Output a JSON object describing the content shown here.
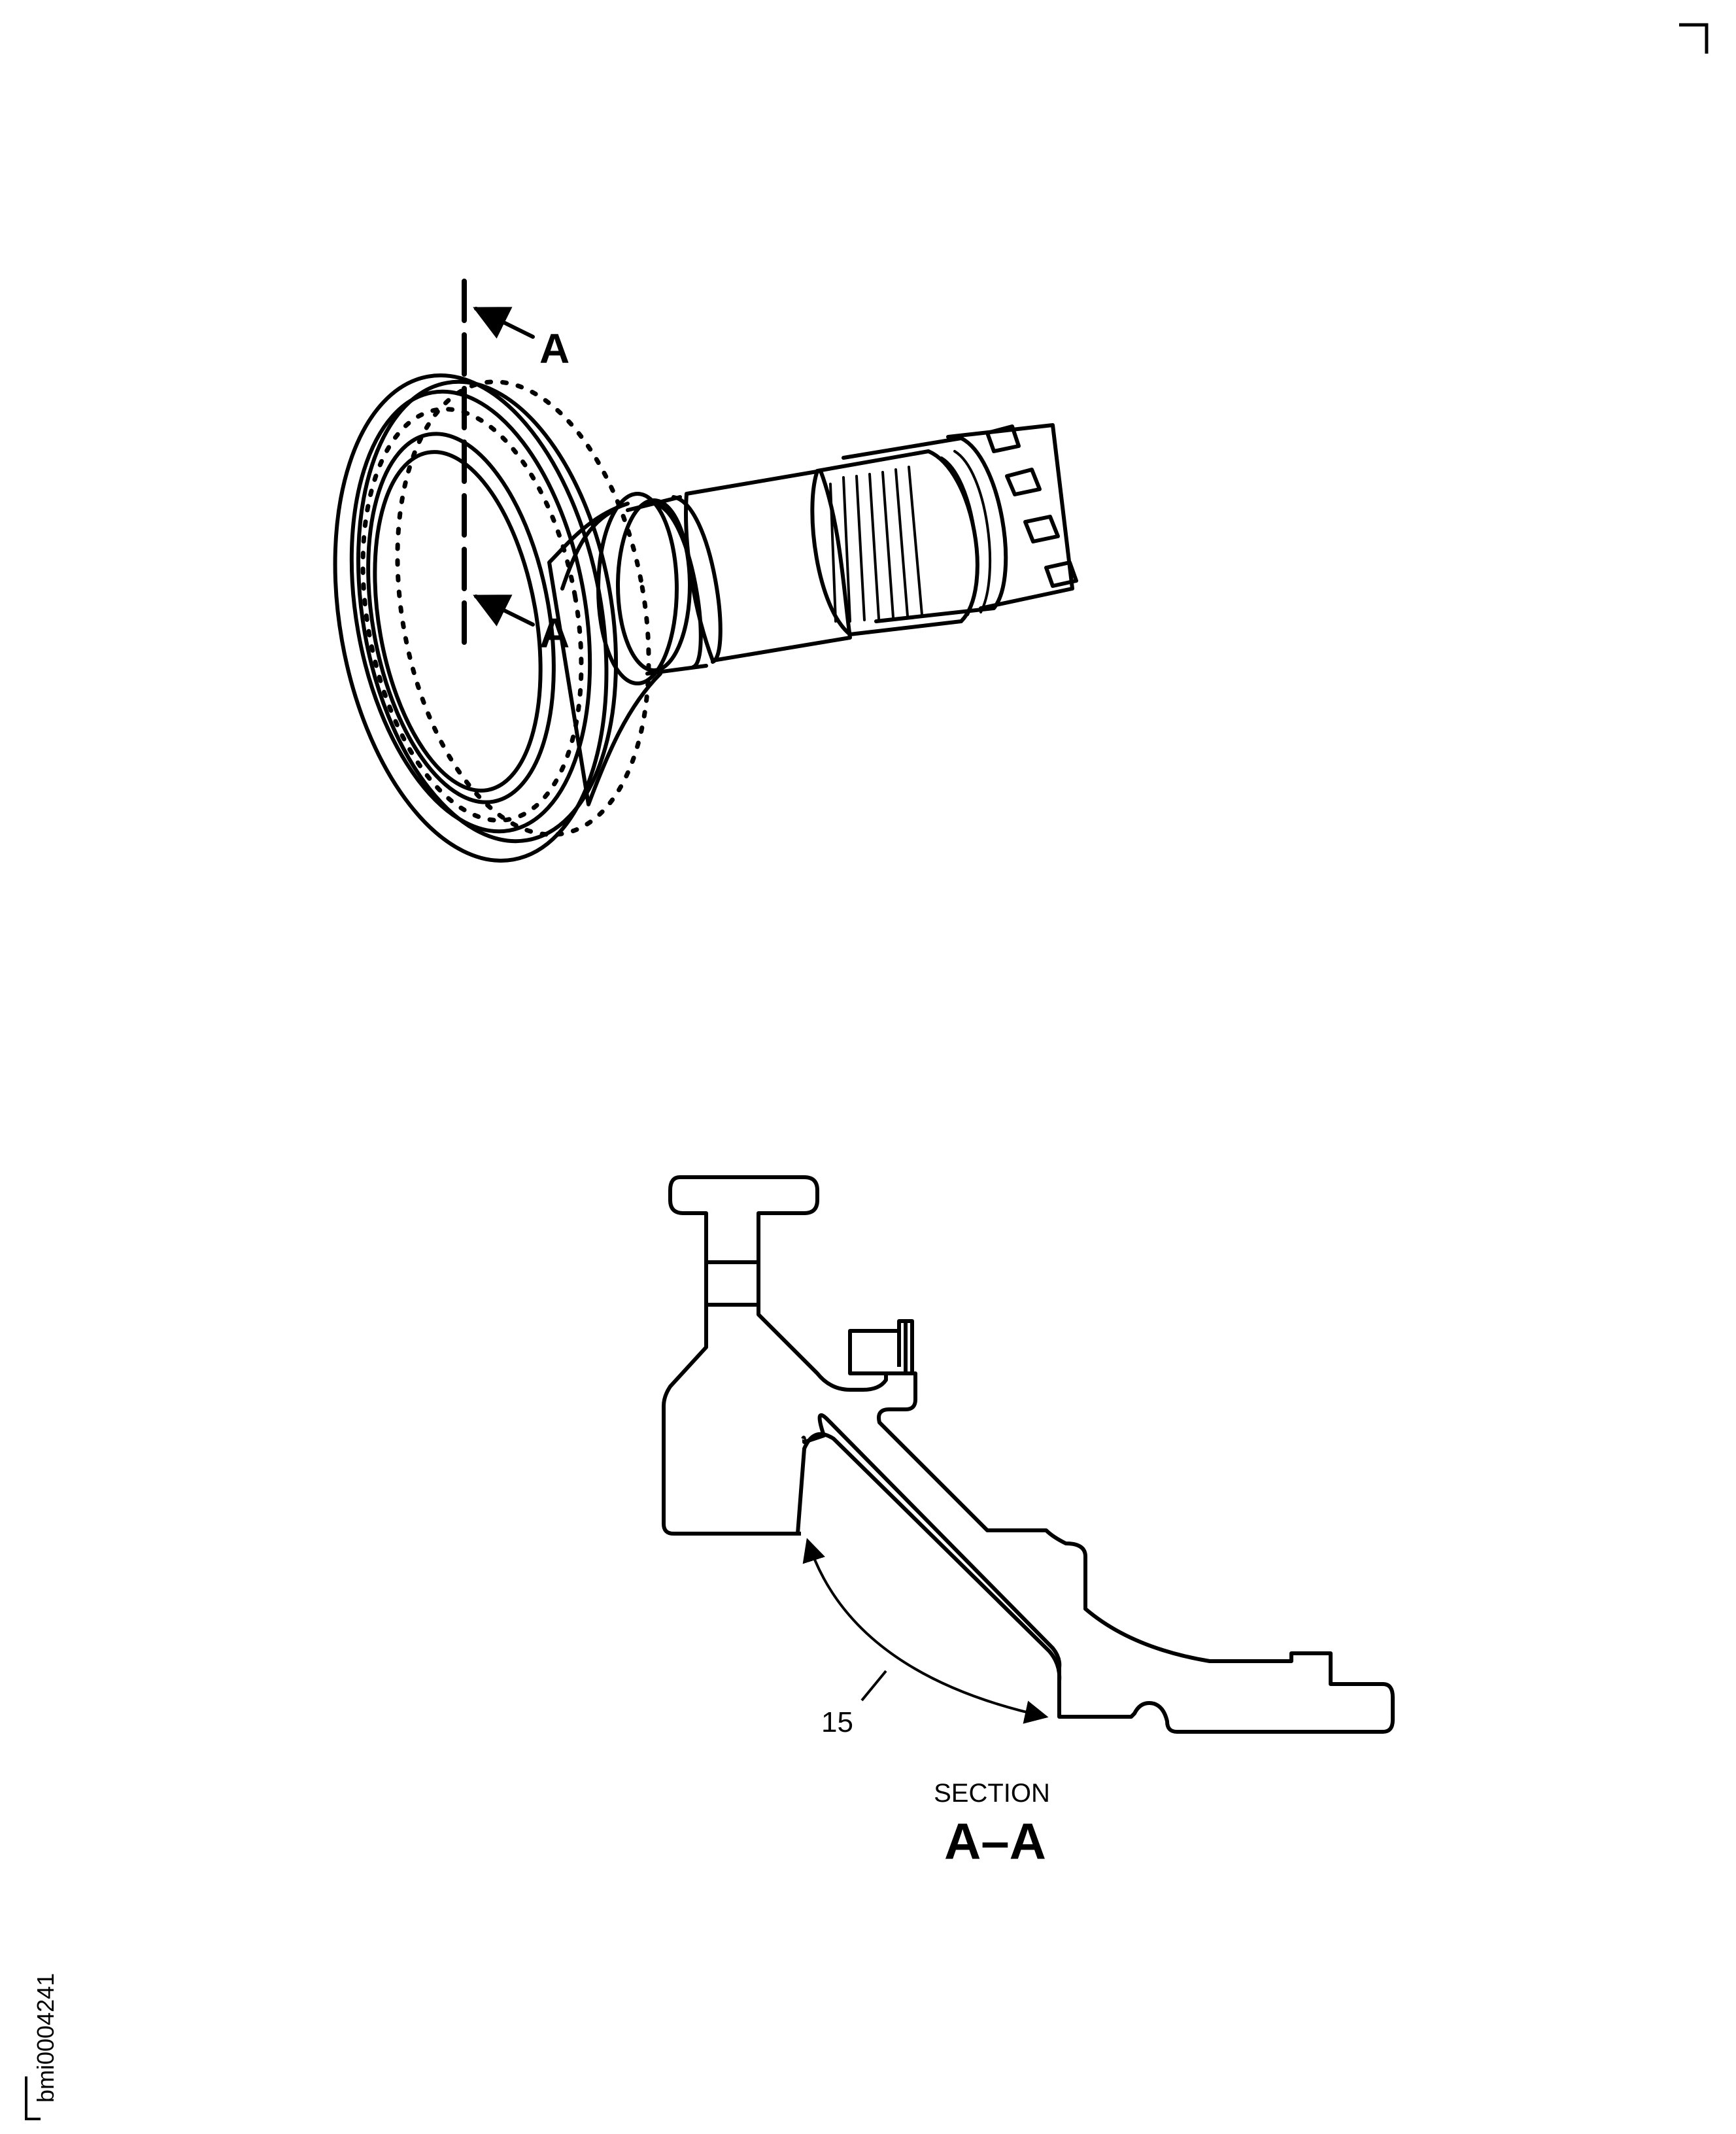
{
  "view": {
    "cut_marker_top": "A",
    "cut_marker_bottom": "A"
  },
  "section": {
    "dimension_callout": "15",
    "caption_line1": "SECTION",
    "caption_line2": "A–A"
  },
  "figure_id": "bmi0004241"
}
